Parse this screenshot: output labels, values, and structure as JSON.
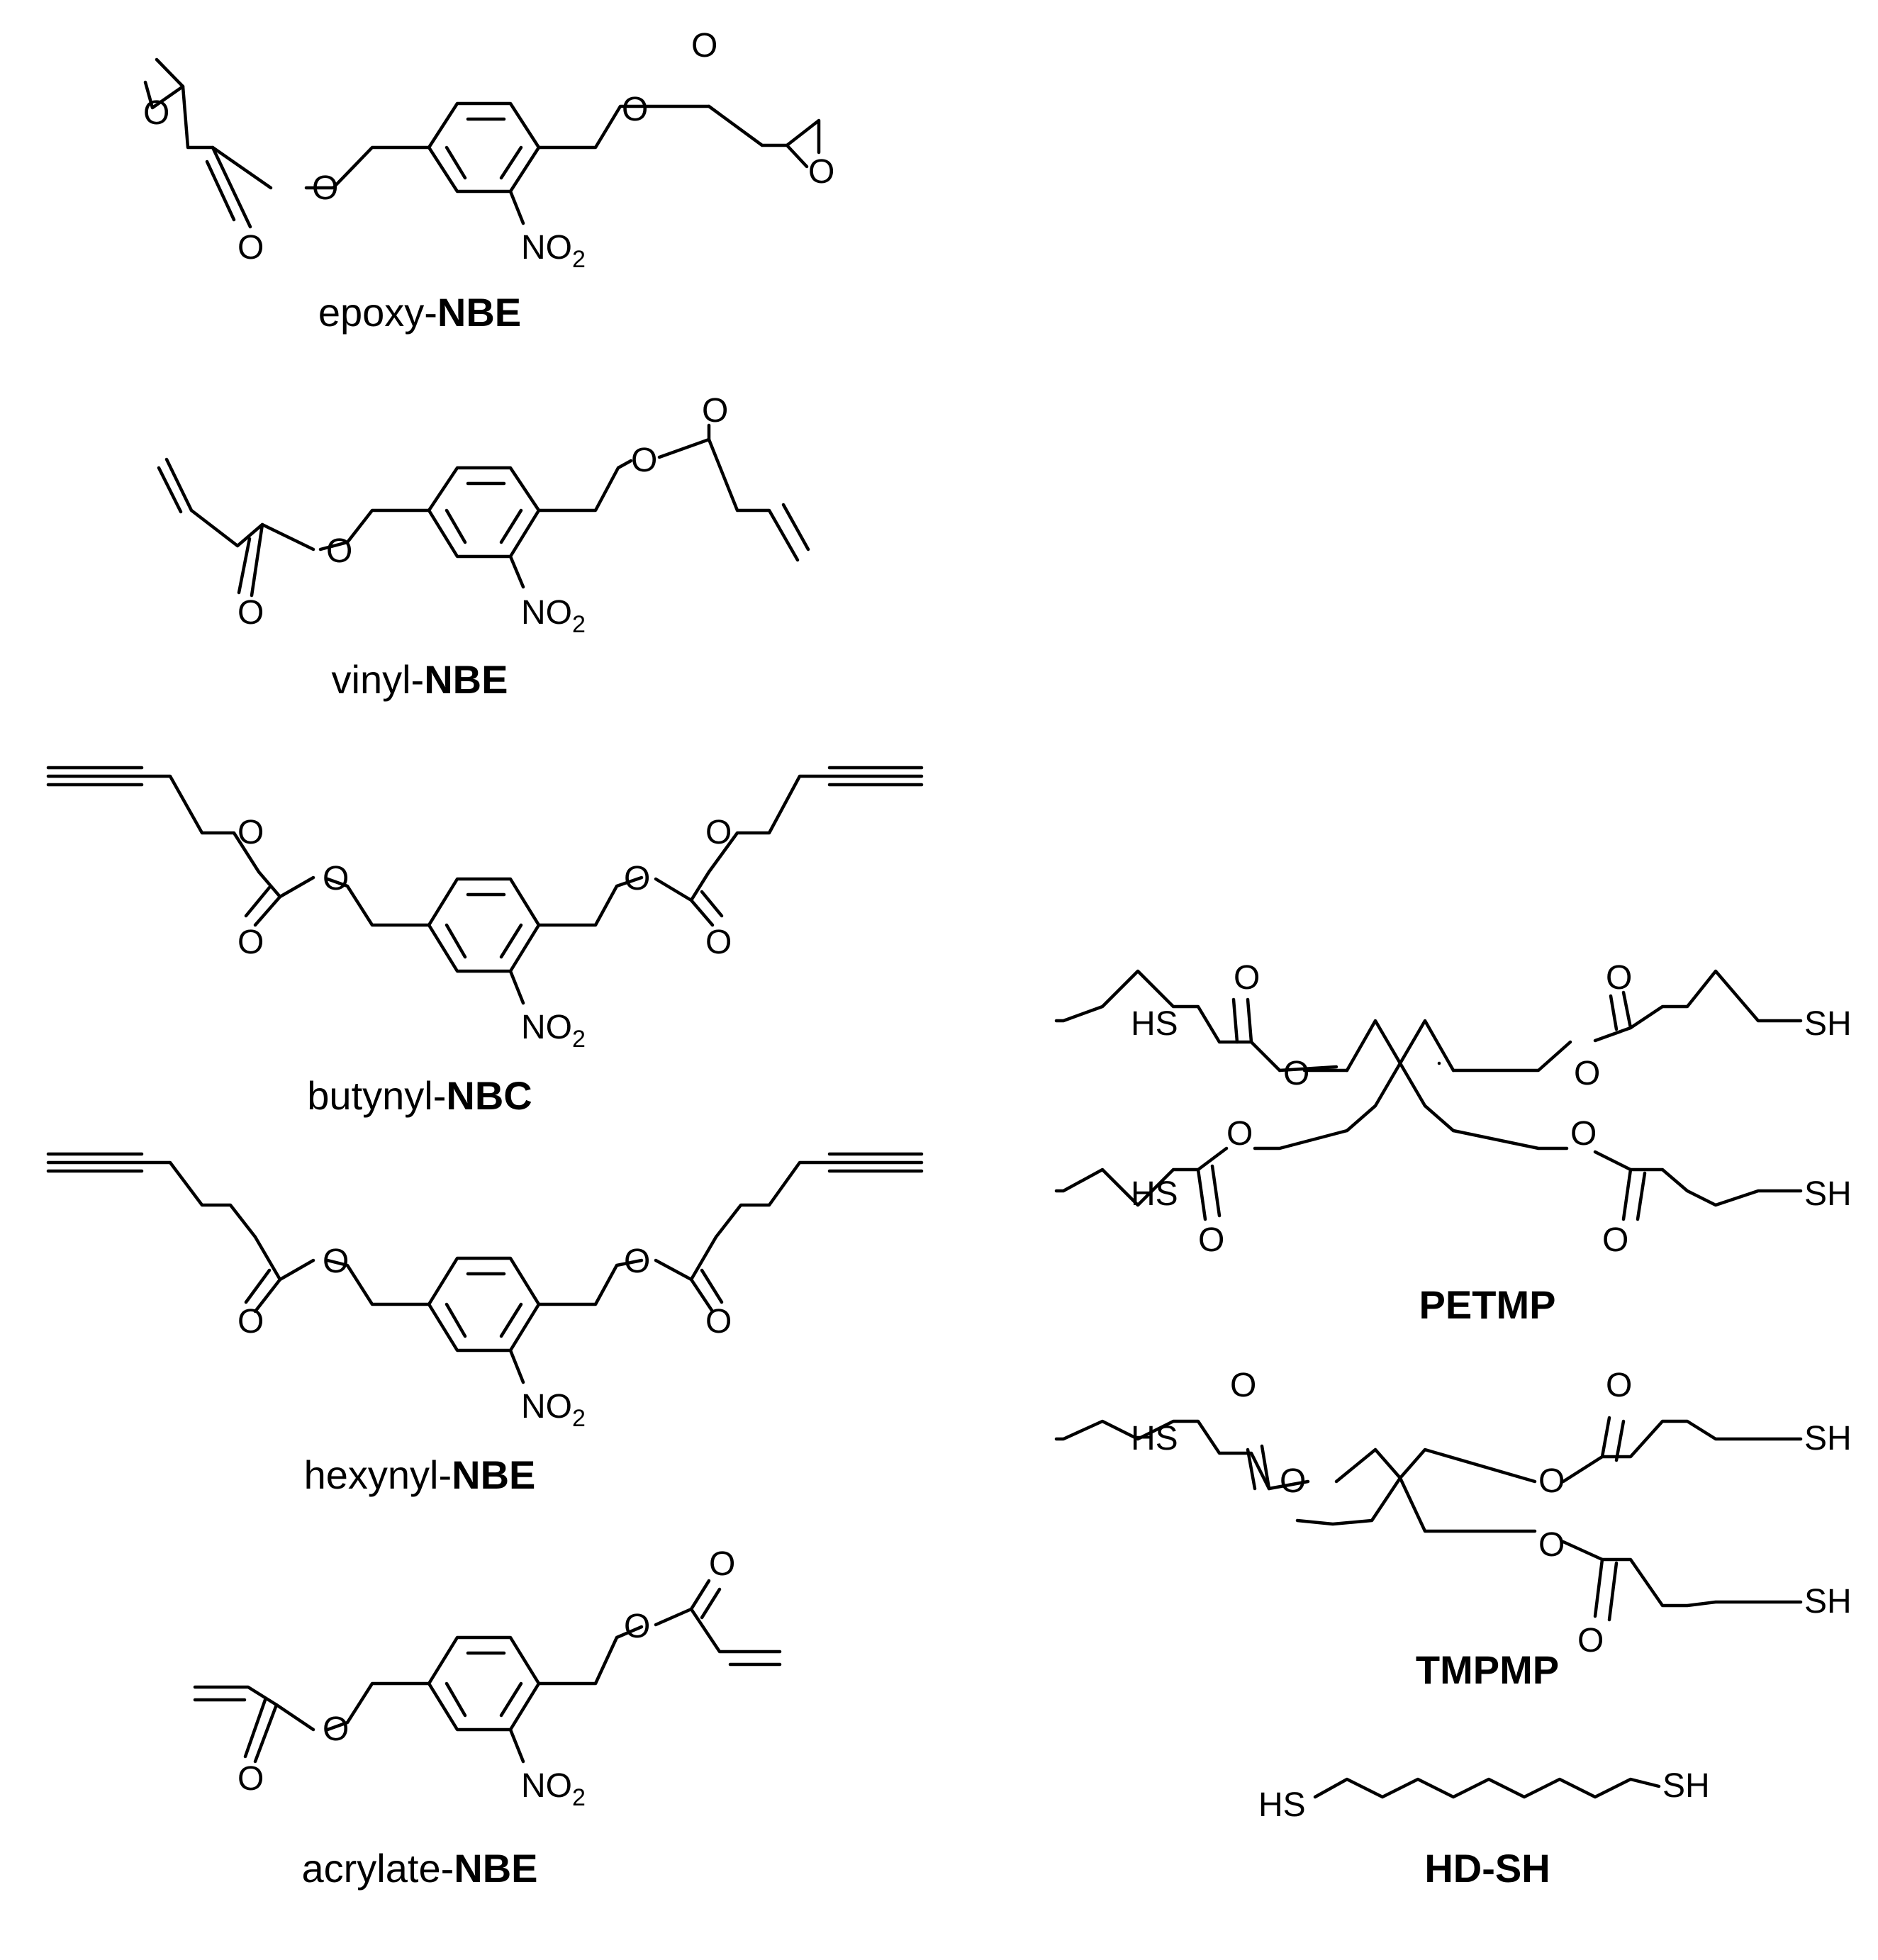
{
  "atoms": {
    "oxygen": "O",
    "nitrogen": "N",
    "thiol": "SH",
    "thiol_left": "HS"
  },
  "nitro": {
    "prefix": "NO",
    "subscript": "2"
  },
  "compounds": [
    {
      "prefix": "epoxy-",
      "code": "NBE"
    },
    {
      "prefix": "vinyl-",
      "code": "NBE"
    },
    {
      "prefix": "butynyl-",
      "code": "NBC"
    },
    {
      "prefix": "hexynyl-",
      "code": "NBE"
    },
    {
      "prefix": "acrylate-",
      "code": "NBE"
    },
    {
      "prefix": "",
      "code": "PETMP"
    },
    {
      "prefix": "",
      "code": "TMPMP"
    },
    {
      "prefix": "",
      "code": "HD-SH"
    }
  ]
}
